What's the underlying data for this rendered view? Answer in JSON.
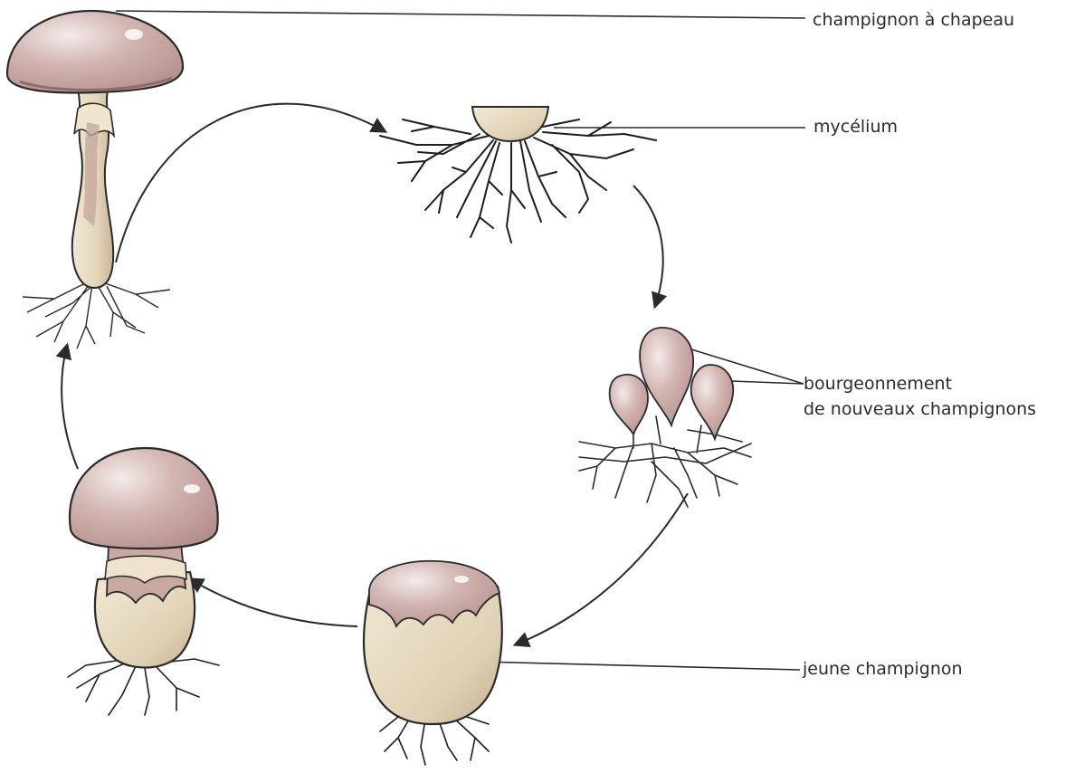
{
  "labels": {
    "champignon_a_chapeau": "champignon à chapeau",
    "mycelium": "mycélium",
    "bourgeonnement_line1": "bourgeonnement",
    "bourgeonnement_line2": "de nouveaux champignons",
    "jeune_champignon": "jeune champignon"
  },
  "colors": {
    "background": "#ffffff",
    "cap": "#c7a7a5",
    "cap_highlight": "#efe5e3",
    "stem": "#e8dcc4",
    "stem_shade": "#bfa89a",
    "outline": "#2a2a2a",
    "text": "#2b2b2b"
  },
  "icons": [
    "arrow-cycle",
    "mushroom",
    "mycelium-roots"
  ]
}
